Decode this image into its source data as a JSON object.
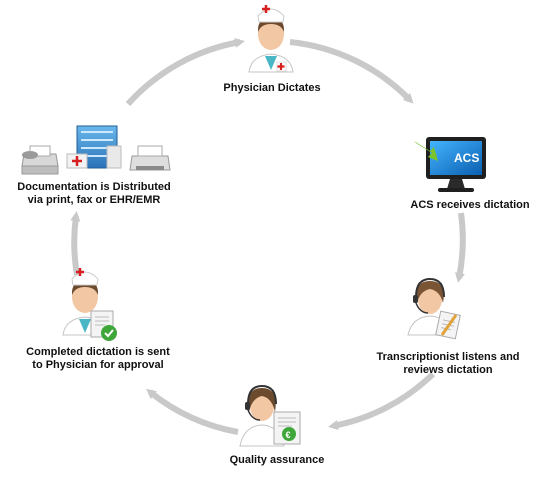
{
  "colors": {
    "arrow": "#c9c9c9",
    "text": "#111111",
    "skin": "#f2c7a4",
    "hair_dark": "#6b4a2e",
    "hair_brown": "#7a5535",
    "nurse_cap": "#ffffff",
    "red_cross": "#d62020",
    "uniform": "#ffffff",
    "uniform_teal": "#49b6c6",
    "monitor_screen": "#1b8fe0",
    "green_arrow": "#7cc42a",
    "check_green": "#3fa63a",
    "document": "#f4f4f4"
  },
  "steps": [
    {
      "id": "physician-dictates",
      "icon": "doctor-icon",
      "lines": [
        "Physician Dictates"
      ]
    },
    {
      "id": "acs-receives",
      "icon": "computer-monitor-icon",
      "screen_text": "ACS",
      "lines": [
        "ACS receives dictation"
      ]
    },
    {
      "id": "transcriptionist",
      "icon": "transcriptionist-headset-icon",
      "lines": [
        "Transcriptionist listens and",
        "reviews dictation"
      ]
    },
    {
      "id": "quality",
      "icon": "quality-assurance-headset-icon",
      "lines": [
        "Quality assurance"
      ]
    },
    {
      "id": "completed",
      "icon": "doctor-approval-icon",
      "lines": [
        "Completed dictation is sent",
        "to Physician for approval"
      ]
    },
    {
      "id": "distributed",
      "icon": "print-fax-hospital-icon",
      "lines": [
        "Documentation is Distributed",
        "via print, fax or EHR/EMR"
      ]
    }
  ]
}
